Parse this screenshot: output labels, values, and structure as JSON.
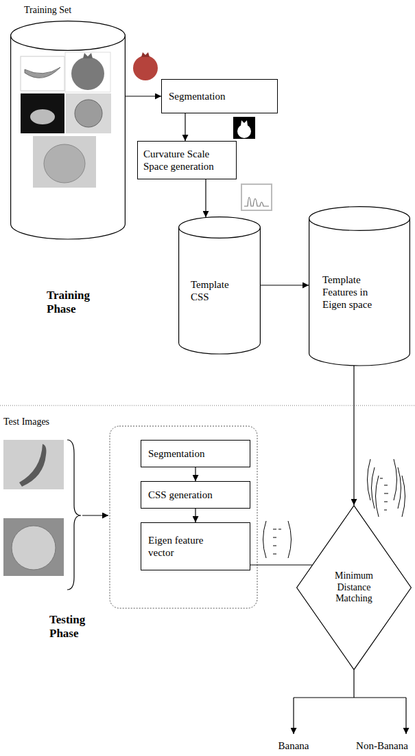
{
  "diagram": {
    "nodes": [
      {
        "text": [
          "Training Set"
        ]
      },
      {
        "text": [
          "Segmentation"
        ]
      },
      {
        "text": [
          "Curvature Scale Space generation"
        ]
      },
      {
        "text": [
          "Template CSS"
        ]
      },
      {
        "text": [
          "Template Features in Eigen space"
        ]
      },
      {
        "text": [
          "Segmentation"
        ]
      },
      {
        "text": [
          "CSS generation"
        ]
      },
      {
        "text": [
          "Eigen feature vector"
        ]
      },
      {
        "text": [
          "Minimum Distance Matching"
        ]
      }
    ],
    "edges": [
      {
        "from": 0,
        "to": 1,
        "arrow": "to"
      },
      {
        "from": 1,
        "to": 2,
        "arrow": "to"
      },
      {
        "from": 2,
        "to": 3,
        "arrow": "to"
      },
      {
        "from": 3,
        "to": 4,
        "arrow": "to"
      },
      {
        "from": 4,
        "to": 8,
        "arrow": "to"
      },
      {
        "from": 5,
        "to": 6,
        "arrow": "to"
      },
      {
        "from": 6,
        "to": 7,
        "arrow": "to"
      },
      {
        "from": 7,
        "to": 8,
        "arrow": "none"
      }
    ],
    "labels": [
      "Training Phase",
      "Test Images",
      "Testing Phase",
      "Banana",
      "Non-Banana"
    ]
  }
}
